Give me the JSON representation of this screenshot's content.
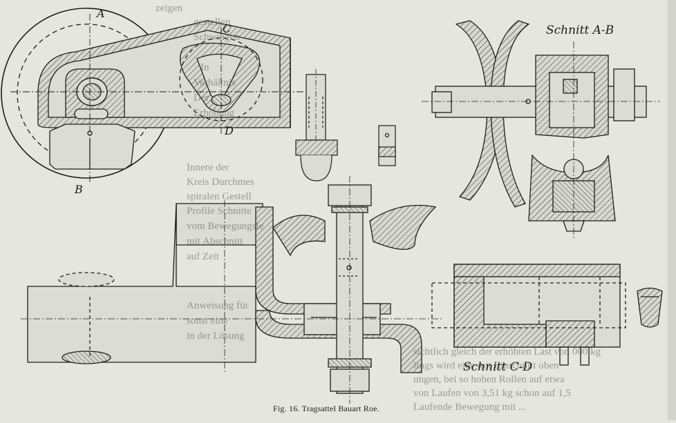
{
  "section_labels": {
    "a": "Schnitt A-B",
    "b": "Schnitt C-D"
  },
  "marks": {
    "A": "A",
    "B": "B",
    "C": "C",
    "D": "D"
  },
  "caption": "Fig. 16.   Tragsattel Bauart Roe.",
  "bleed_text": {
    "right": [
      "zeigen",
      "gestellen",
      "Schwingen",
      "",
      "In",
      "Verhältnis",
      "Der",
      "Erhöhung",
      "Innere der",
      "Kreis Durchmes",
      "spiralen Gestell",
      "Profile Schnitte",
      "vom Bewegungsle",
      "mit Abschnitt",
      "auf Zeit",
      "",
      "Anweisung für",
      "sonst eine",
      "in der Lösung"
    ],
    "bottom": [
      "sichtlich gleich der erhöhten Last von 000 kg",
      "lings wird eine mit Einschnitt oben",
      "ungen, bei so hohen Rollen auf etwa",
      "von Laufen von 3,51 kg schon auf 1,5",
      "Laufende Bewegung mit ..."
    ]
  }
}
